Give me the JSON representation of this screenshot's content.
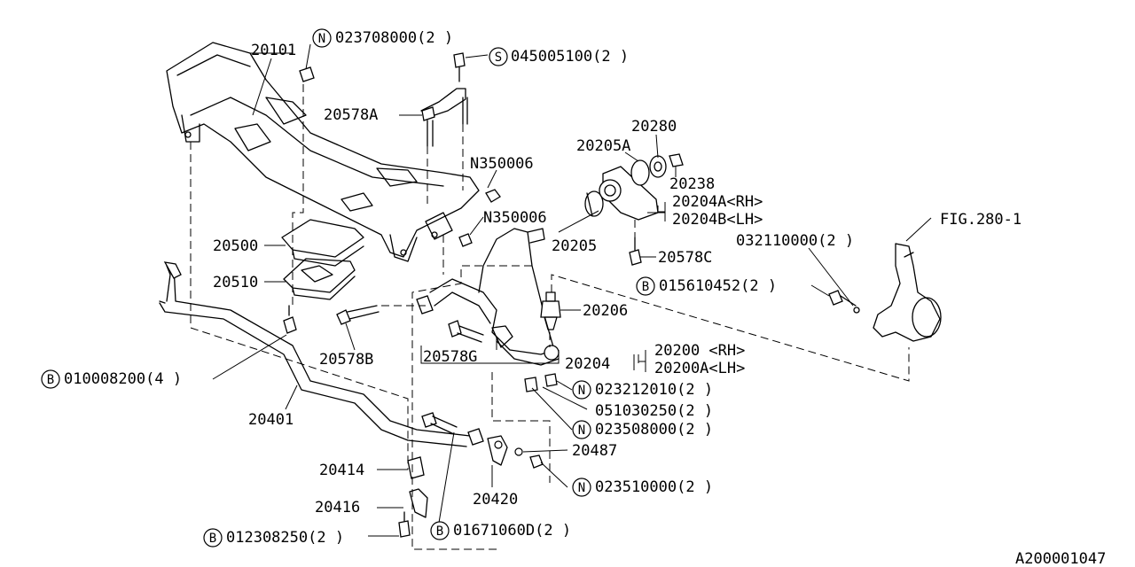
{
  "labels": {
    "p20101": "20101",
    "n023708000": "023708000(2 )",
    "s045005100": "045005100(2 )",
    "p20578A": "20578A",
    "p20280": "20280",
    "p20205A": "20205A",
    "n350006a": "N350006",
    "p20238": "20238",
    "p20204A": "20204A<RH>",
    "p20204B": "20204B<LH>",
    "n350006b": "N350006",
    "fig280": "FIG.280-1",
    "p20500": "20500",
    "p20205": "20205",
    "p032110000": "032110000(2 )",
    "p20578C": "20578C",
    "p20510": "20510",
    "b015610452": "015610452(2 )",
    "p20206": "20206",
    "p20578B": "20578B",
    "p20578G": "20578G",
    "p20204": "20204",
    "p20200": "20200 <RH>",
    "p20200A": "20200A<LH>",
    "b010008200": "010008200(4 )",
    "n023212010": "023212010(2 )",
    "p051030250": "051030250(2 )",
    "p20401": "20401",
    "n023508000": "023508000(2 )",
    "p20487": "20487",
    "p20414": "20414",
    "n023510000": "023510000(2 )",
    "p20420": "20420",
    "p20416": "20416",
    "b012308250": "012308250(2 )",
    "b01671060D": "01671060D(2 )",
    "figure_id": "A200001047"
  },
  "markers": {
    "n": "N",
    "s": "S",
    "b": "B"
  }
}
